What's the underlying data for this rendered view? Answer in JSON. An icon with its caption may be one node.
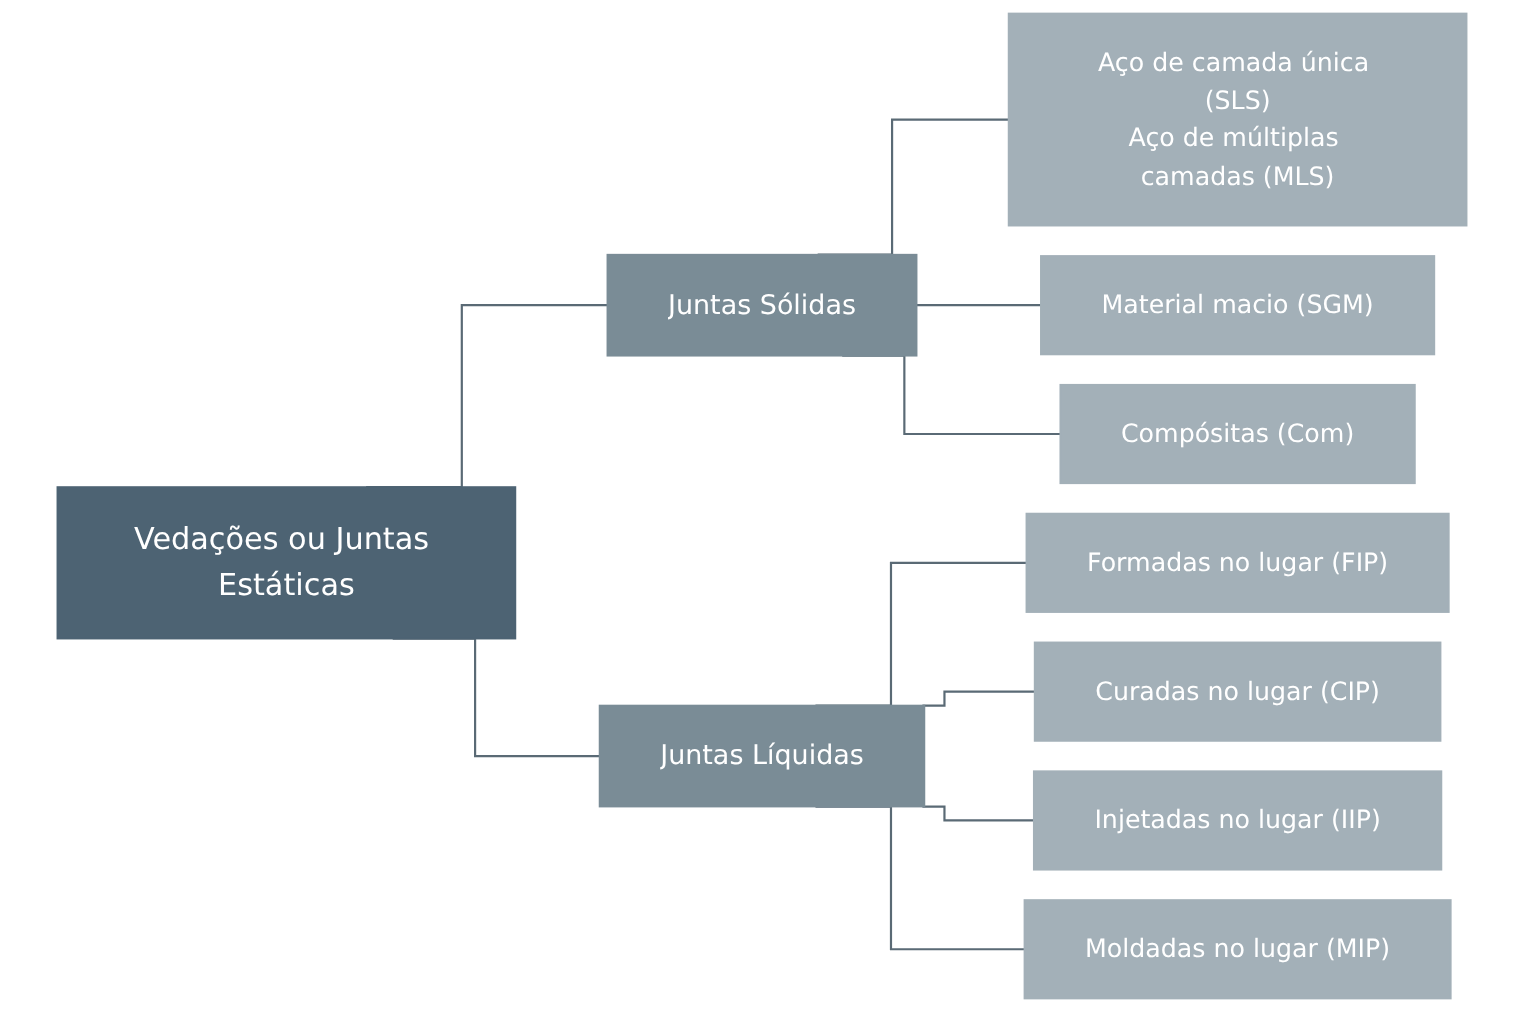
{
  "diagram": {
    "nodes": [
      {
        "text": [
          "Vedações ou Juntas Estáticas"
        ]
      },
      {
        "text": [
          "Juntas Sólidas"
        ]
      },
      {
        "text": [
          "Juntas Líquidas"
        ]
      },
      {
        "text": [
          "Aço de camada única (SLS)",
          "Aço de múltiplas camadas (MLS)"
        ]
      },
      {
        "text": [
          "Material macio (SGM)"
        ]
      },
      {
        "text": [
          "Compósitas (Com)"
        ]
      },
      {
        "text": [
          "Formadas no lugar (FIP)"
        ]
      },
      {
        "text": [
          "Curadas no lugar (CIP)"
        ]
      },
      {
        "text": [
          "Injetadas no lugar (IIP)"
        ]
      },
      {
        "text": [
          "Moldadas no lugar (MIP)"
        ]
      }
    ],
    "edges": [
      {
        "from": 0,
        "to": 1,
        "arrow": "none"
      },
      {
        "from": 0,
        "to": 2,
        "arrow": "none"
      },
      {
        "from": 1,
        "to": 3,
        "arrow": "none"
      },
      {
        "from": 1,
        "to": 4,
        "arrow": "none"
      },
      {
        "from": 1,
        "to": 5,
        "arrow": "none"
      },
      {
        "from": 2,
        "to": 6,
        "arrow": "none"
      },
      {
        "from": 2,
        "to": 7,
        "arrow": "none"
      },
      {
        "from": 2,
        "to": 8,
        "arrow": "none"
      },
      {
        "from": 2,
        "to": 9,
        "arrow": "none"
      }
    ]
  }
}
